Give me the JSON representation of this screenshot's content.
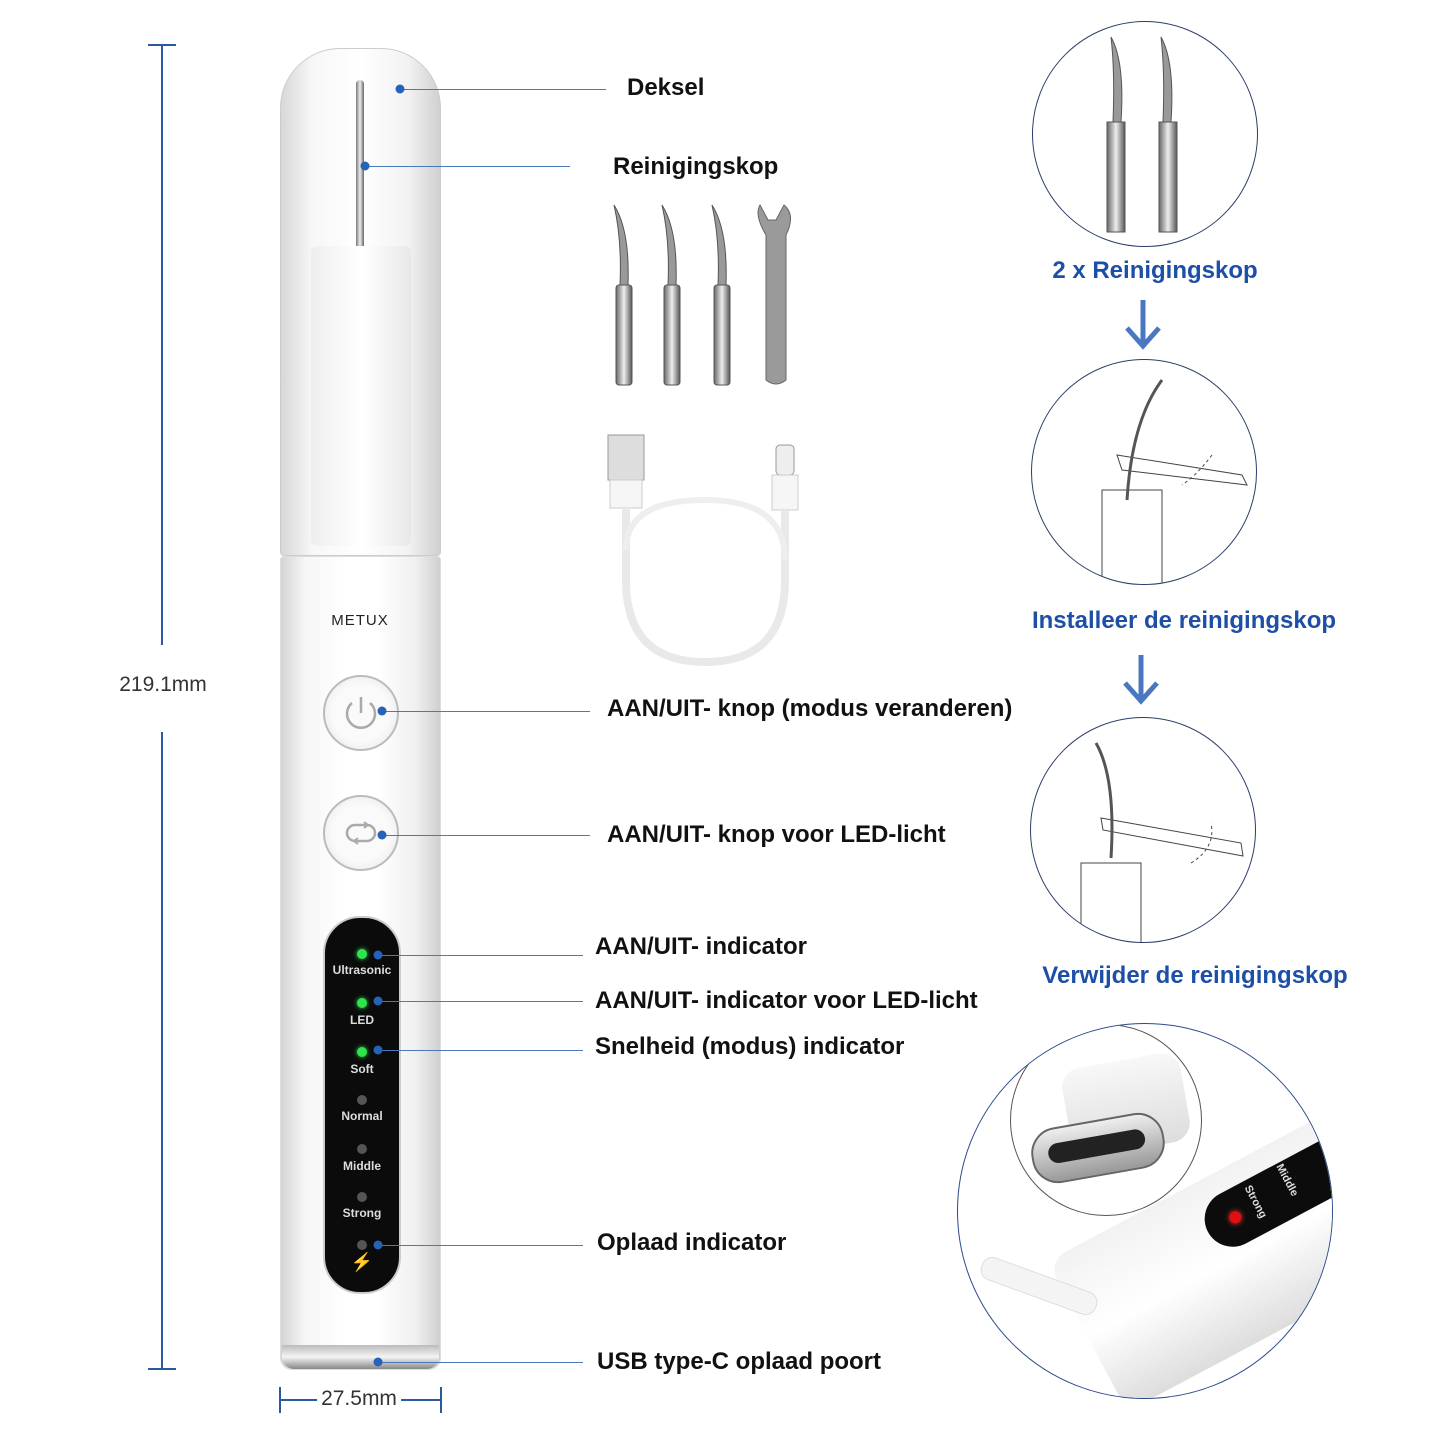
{
  "dimensions": {
    "height": "219.1mm",
    "width": "27.5mm"
  },
  "device": {
    "brand": "METUX",
    "indicators": [
      "Ultrasonic",
      "LED",
      "Soft",
      "Normal",
      "Middle",
      "Strong"
    ],
    "indicator_states": [
      true,
      true,
      true,
      false,
      false,
      false,
      false
    ]
  },
  "callouts": {
    "deksel": "Deksel",
    "reinigingskop": "Reinigingskop",
    "power_button": "AAN/UIT- knop (modus veranderen)",
    "led_button": "AAN/UIT- knop voor LED-licht",
    "power_indicator": "AAN/UIT- indicator",
    "led_indicator": "AAN/UIT- indicator voor LED-licht",
    "speed_indicator": "Snelheid (modus) indicator",
    "charge_indicator": "Oplaad indicator",
    "usb_port": "USB type-C oplaad poort"
  },
  "steps": {
    "step1": "2 x Reinigingskop",
    "step2": "Installeer de reinigingskop",
    "step3": "Verwijder de reinigingskop"
  },
  "detail": {
    "labels": [
      "Strong",
      "Middle"
    ]
  },
  "colors": {
    "accent": "#1d4fa6",
    "led_on": "#2ee34d",
    "charge_led": "#e01010"
  }
}
